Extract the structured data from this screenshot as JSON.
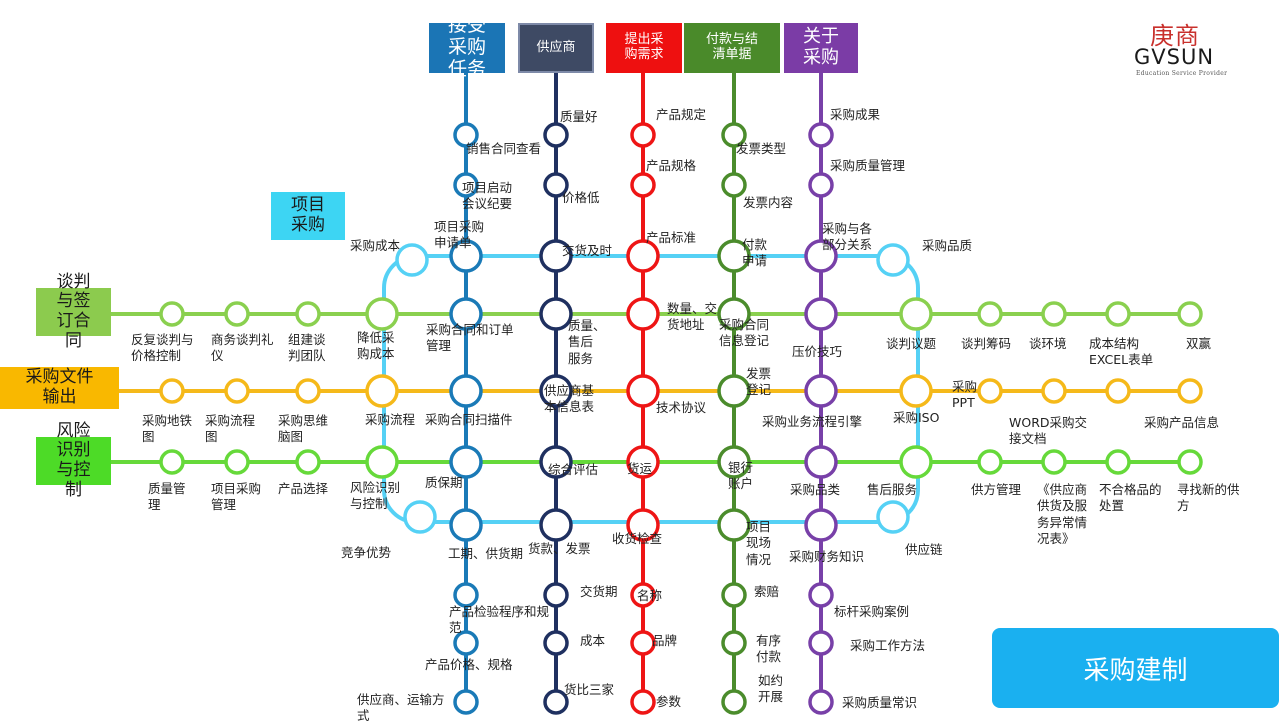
{
  "header_boxes": [
    {
      "text": "接受\n采购\n任务",
      "color": "#1b75b5"
    },
    {
      "text": "供应商",
      "color": "#3e4a64"
    },
    {
      "text": "提出采\n购需求",
      "color": "#ee1010"
    },
    {
      "text": "付款与结\n清单据",
      "color": "#4a8a2a"
    },
    {
      "text": "关于\n采购",
      "color": "#7b3ca6"
    }
  ],
  "side_boxes": [
    {
      "text": "项目\n采购",
      "color": "#3dd5f3"
    },
    {
      "text": "谈判\n与签\n订合\n同",
      "color": "#8ccb4e"
    },
    {
      "text": "采购文件\n输出",
      "color": "#f9b800"
    },
    {
      "text": "风险\n识别\n与控\n制",
      "color": "#4ddb27"
    }
  ],
  "logo": {
    "cn": "庚商",
    "en": "GVSUN",
    "sub": "Education Service Provider"
  },
  "big_button": {
    "label": "采购建制"
  },
  "line_colors": {
    "blue": "#1a7ab7",
    "navy": "#1f3060",
    "red": "#ee1515",
    "olive": "#4b8c2c",
    "purple": "#7840a8",
    "cyan": "#55d1f5",
    "lightgreen": "#8ad04f",
    "yellow": "#f5b91a",
    "brightgreen": "#66d93a"
  },
  "labels": [
    "销售合同查看",
    "项目启动\n会议纪要",
    "项目采购\n申请单",
    "采购合同和订单\n管理",
    "采购合同扫描件",
    "质保期",
    "工期、供货期",
    "产品检验程序和规\n范",
    "产品价格、规格",
    "供应商、运输方\n式",
    "质量好",
    "价格低",
    "交货及时",
    "质量、\n售后\n服务",
    "供应商基\n本信息表",
    "综合评估",
    "货款、发票",
    "交货期",
    "成本",
    "货比三家",
    "产品规定",
    "产品规格",
    "产品标准",
    "数量、交\n货地址",
    "技术协议",
    "货运",
    "收货检查",
    "名称",
    "品牌",
    "参数",
    "发票类型",
    "发票内容",
    "付款\n申请",
    "采购合同\n信息登记",
    "发票\n登记",
    "银行\n账户",
    "项目\n现场\n情况",
    "索赔",
    "有序\n付款",
    "如约\n开展",
    "采购成果",
    "采购质量管理",
    "采购与各\n部分关系",
    "压价技巧",
    "采购业务流程引擎",
    "采购品类",
    "采购财务知识",
    "标杆采购案例",
    "采购工作方法",
    "采购质量常识",
    "采购成本",
    "降低采\n购成本",
    "采购流程",
    "风险识别\n与控制",
    "竞争优势",
    "采购品质",
    "谈判议题",
    "采购ISO",
    "售后服务",
    "供应链",
    "反复谈判与\n价格控制",
    "商务谈判礼\n仪",
    "组建谈\n判团队",
    "谈判筹码",
    "谈环境",
    "成本结构\nEXCEL表单",
    "双赢",
    "采购地铁\n图",
    "采购流程\n图",
    "采购思维\n脑图",
    "采购\nPPT",
    "WORD采购交\n接文档",
    "采购产品信息",
    "质量管\n理",
    "项目采购\n管理",
    "产品选择",
    "供方管理",
    "《供应商\n供货及服\n务异常情\n况表》",
    "不合格品的\n处置",
    "寻找新的供\n方"
  ]
}
